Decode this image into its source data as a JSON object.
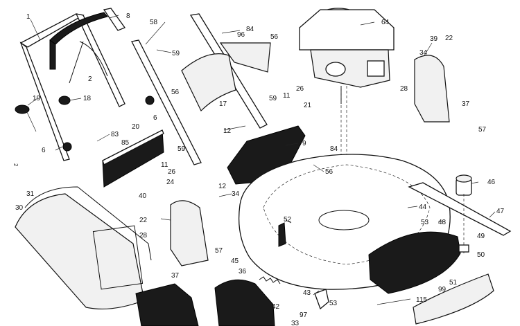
{
  "diagram": {
    "side_text": "2",
    "callouts": [
      {
        "id": "c1",
        "label": "1"
      },
      {
        "id": "c8",
        "label": "8"
      },
      {
        "id": "c58",
        "label": "58"
      },
      {
        "id": "c84a",
        "label": "84"
      },
      {
        "id": "c96",
        "label": "96"
      },
      {
        "id": "c56a",
        "label": "56"
      },
      {
        "id": "c64",
        "label": "64"
      },
      {
        "id": "c39",
        "label": "39"
      },
      {
        "id": "c22a",
        "label": "22"
      },
      {
        "id": "c34a",
        "label": "34"
      },
      {
        "id": "c2",
        "label": "2"
      },
      {
        "id": "c59a",
        "label": "59"
      },
      {
        "id": "c19",
        "label": "19"
      },
      {
        "id": "c18",
        "label": "18"
      },
      {
        "id": "c56b",
        "label": "56"
      },
      {
        "id": "c17",
        "label": "17"
      },
      {
        "id": "c11a",
        "label": "11"
      },
      {
        "id": "c26a",
        "label": "26"
      },
      {
        "id": "c59b",
        "label": "59"
      },
      {
        "id": "c28a",
        "label": "28"
      },
      {
        "id": "c37a",
        "label": "37"
      },
      {
        "id": "c6a",
        "label": "6"
      },
      {
        "id": "c21",
        "label": "21"
      },
      {
        "id": "c12a",
        "label": "12"
      },
      {
        "id": "c20",
        "label": "20"
      },
      {
        "id": "c83",
        "label": "83"
      },
      {
        "id": "c85",
        "label": "85"
      },
      {
        "id": "c9",
        "label": "9"
      },
      {
        "id": "c57a",
        "label": "57"
      },
      {
        "id": "c6b",
        "label": "6"
      },
      {
        "id": "c84b",
        "label": "84"
      },
      {
        "id": "c59c",
        "label": "59"
      },
      {
        "id": "c11b",
        "label": "11"
      },
      {
        "id": "c56c",
        "label": "56"
      },
      {
        "id": "c26b",
        "label": "26"
      },
      {
        "id": "c24",
        "label": "24"
      },
      {
        "id": "c12b",
        "label": "12"
      },
      {
        "id": "c46",
        "label": "46"
      },
      {
        "id": "c31",
        "label": "31"
      },
      {
        "id": "c34b",
        "label": "34"
      },
      {
        "id": "c40",
        "label": "40"
      },
      {
        "id": "c30",
        "label": "30"
      },
      {
        "id": "c44",
        "label": "44"
      },
      {
        "id": "c47",
        "label": "47"
      },
      {
        "id": "c22b",
        "label": "22"
      },
      {
        "id": "c52",
        "label": "52"
      },
      {
        "id": "c53a",
        "label": "53"
      },
      {
        "id": "c48",
        "label": "48"
      },
      {
        "id": "c28b",
        "label": "28"
      },
      {
        "id": "c49",
        "label": "49"
      },
      {
        "id": "c57b",
        "label": "57"
      },
      {
        "id": "c50",
        "label": "50"
      },
      {
        "id": "c45",
        "label": "45"
      },
      {
        "id": "c36",
        "label": "36"
      },
      {
        "id": "c37b",
        "label": "37"
      },
      {
        "id": "c99",
        "label": "99"
      },
      {
        "id": "c51",
        "label": "51"
      },
      {
        "id": "c43",
        "label": "43"
      },
      {
        "id": "c42",
        "label": "42"
      },
      {
        "id": "c53b",
        "label": "53"
      },
      {
        "id": "c115",
        "label": "115"
      },
      {
        "id": "c97",
        "label": "97"
      },
      {
        "id": "c33",
        "label": "33"
      }
    ]
  }
}
